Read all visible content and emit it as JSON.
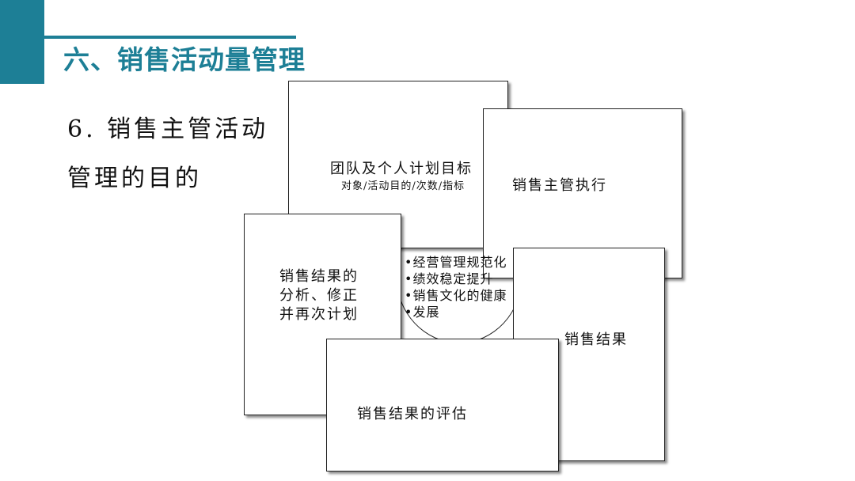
{
  "header": {
    "title": "六、销售活动量管理"
  },
  "subtitle": {
    "line1": "6. 销售主管活动",
    "line2": "管理的目的"
  },
  "diagram": {
    "plan_box": {
      "title": "团队及个人计划目标",
      "detail": "对象/活动目的/次数/指标"
    },
    "execute_box": {
      "title": "销售主管执行"
    },
    "analysis_box": {
      "line1": "销售结果的",
      "line2": "分析、修正",
      "line3": "并再次计划"
    },
    "result_box": {
      "title": "销售结果"
    },
    "evaluate_box": {
      "title": "销售结果的评估"
    },
    "center_bullets": [
      "•经营管理规范化",
      "•绩效稳定提升",
      "•销售文化的健康",
      "•发展"
    ]
  },
  "colors": {
    "accent": "#1d7f96",
    "box_border": "#222222"
  }
}
